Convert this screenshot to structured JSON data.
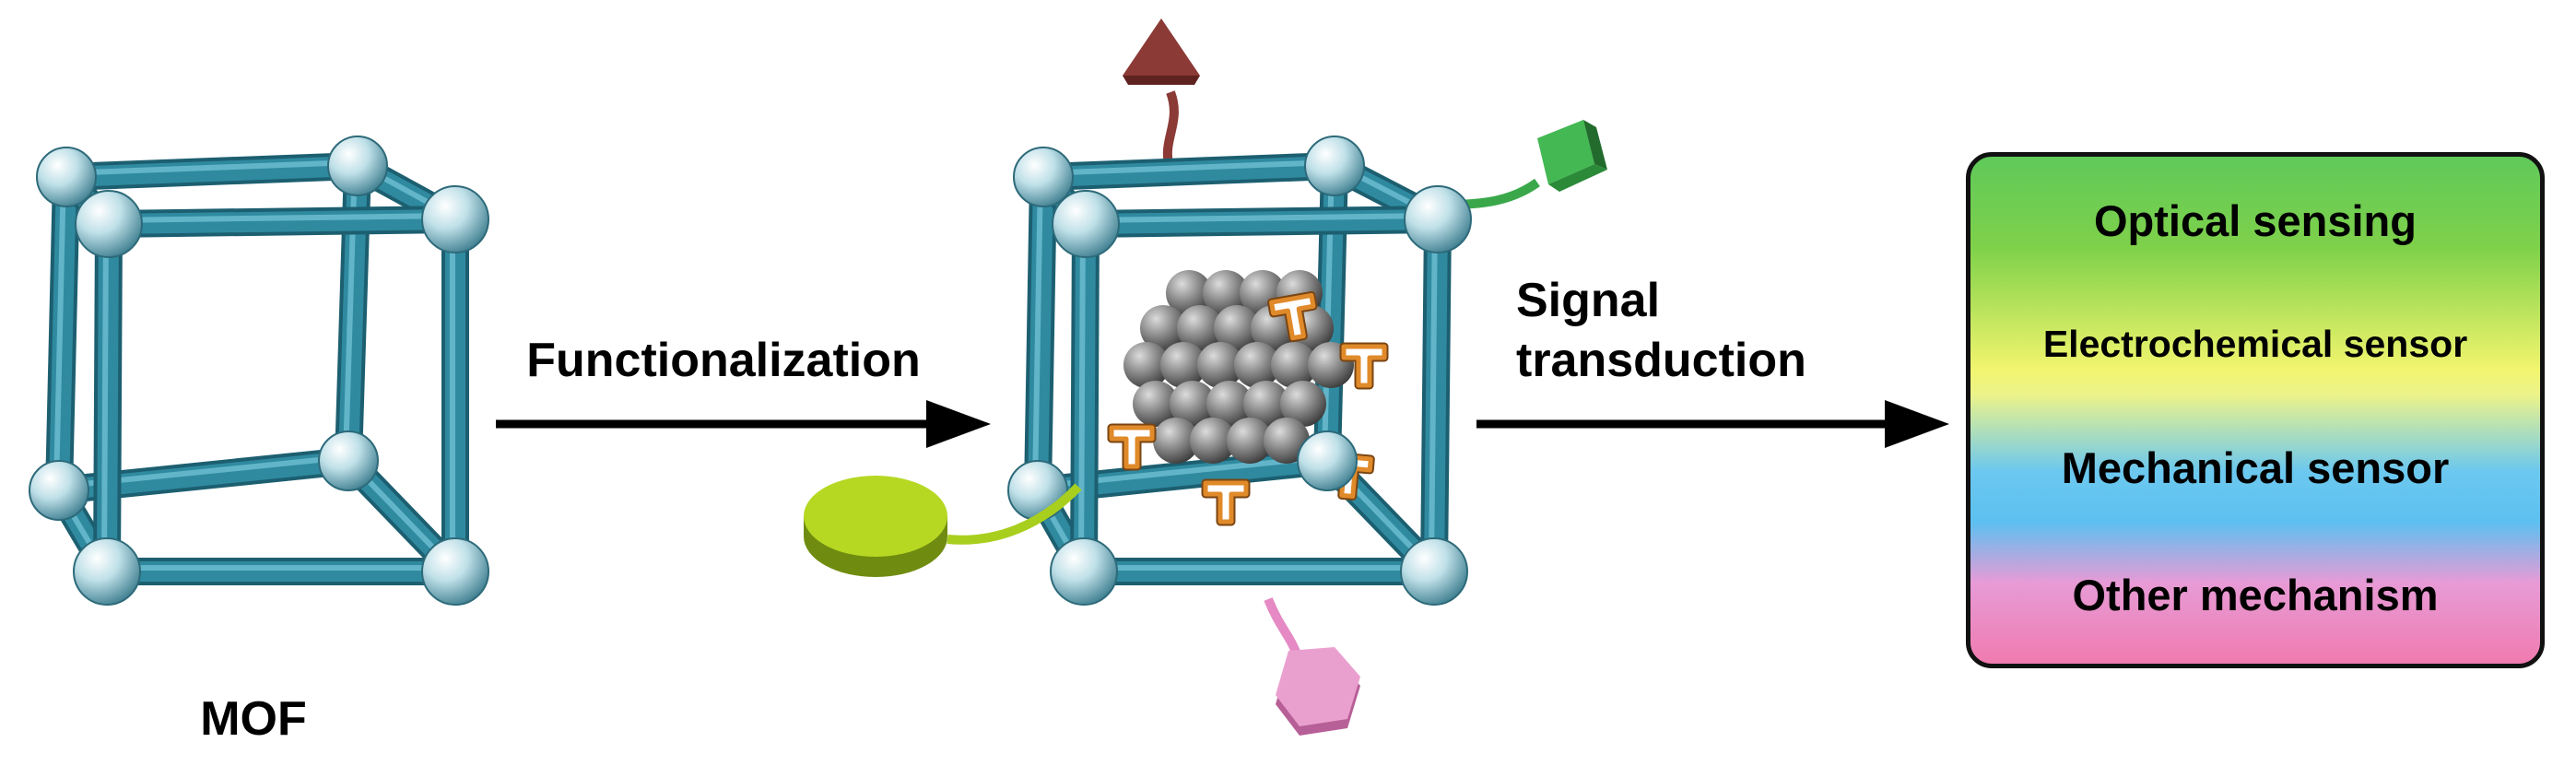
{
  "labels": {
    "mof": "MOF",
    "functionalization": "Functionalization",
    "signal_line1": "Signal",
    "signal_line2": "transduction"
  },
  "panel": {
    "items": [
      "Optical sensing",
      "Electrochemical sensor",
      "Mechanical sensor",
      "Other mechanism"
    ]
  },
  "colors": {
    "frame": "#2f8aa0",
    "node": "#b9dde6",
    "nanoparticle": "#7a7a7a",
    "receptor": "#e08a2a",
    "triangle_tag": "#8b3a36",
    "cube_tag": "#3aa84a",
    "disk_tag": "#a9cf1e",
    "hexagon_tag": "#e58ac4"
  }
}
